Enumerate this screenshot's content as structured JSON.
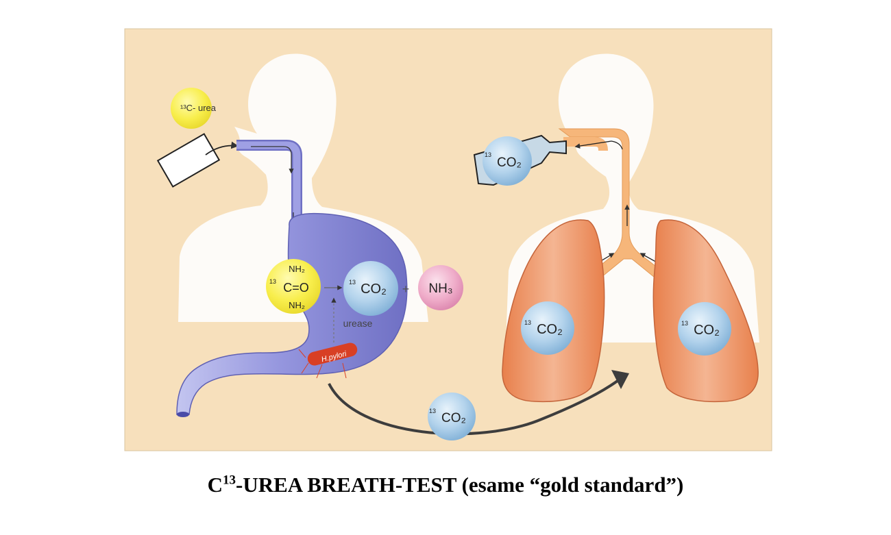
{
  "diagram": {
    "urea_label": "¹³C- urea",
    "urea_molecule": {
      "top": "NH₂",
      "middle_prefix": "13",
      "middle": "C=O",
      "bottom": "NH₂"
    },
    "co2_prefix": "13",
    "co2": "CO₂",
    "plus": "+",
    "nh3": "NH₃",
    "enzyme": "urease",
    "bacterium": "H.pylori"
  },
  "caption": {
    "prefix": "C",
    "superscript": "13",
    "text": "-UREA BREATH-TEST (esame “gold standard”)"
  },
  "colors": {
    "background_panel": "#f7e0bc",
    "silhouette": "#ffffff",
    "stomach": "#8e8fd8",
    "lungs": "#ee9a6c",
    "airway": "#f6b67a",
    "yellow_molecule": "#f6ec4a",
    "co2_molecule": "#a9cdea",
    "nh3_molecule": "#eba3c3",
    "bacterium": "#d83f24",
    "arrow": "#3d3d3d"
  },
  "icons": [
    "drink-cup-icon",
    "breath-bag-icon",
    "curved-arrow-icon"
  ]
}
